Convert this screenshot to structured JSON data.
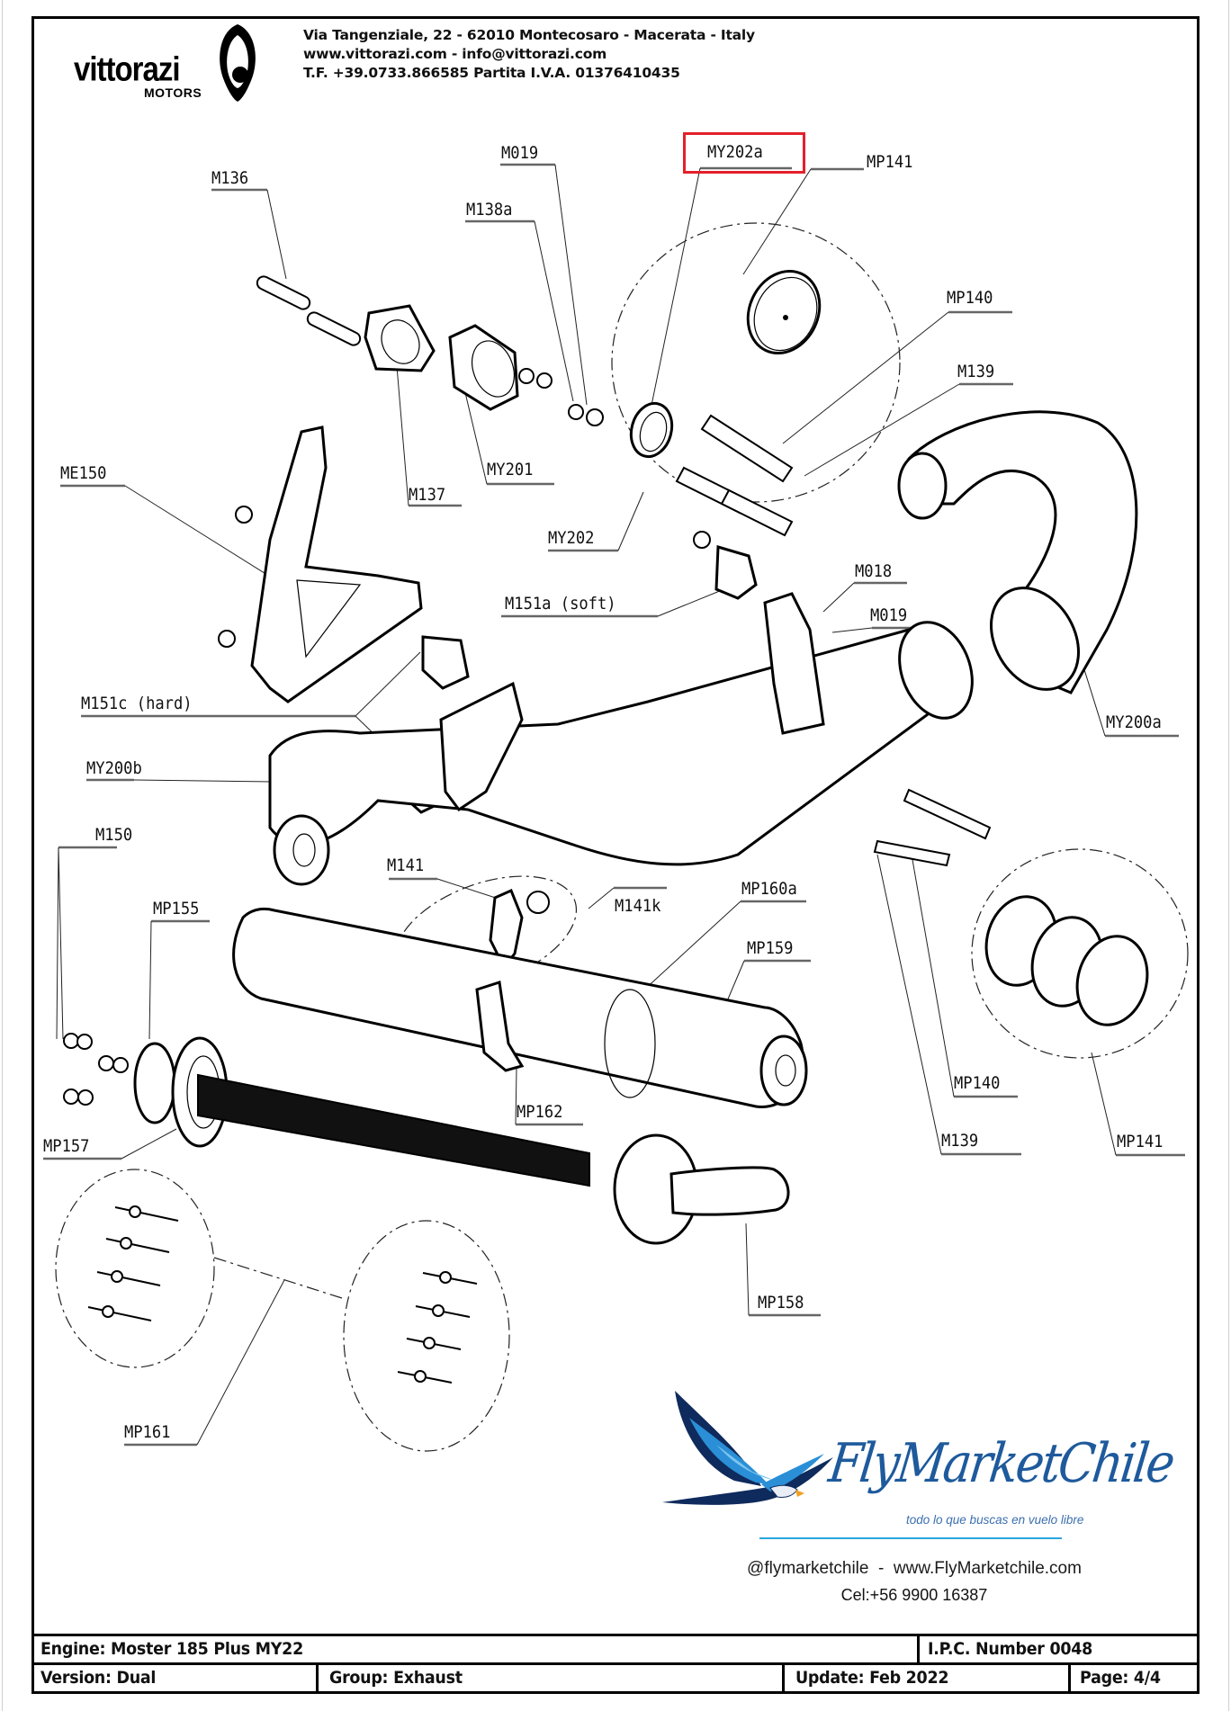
{
  "header": {
    "brand": {
      "name": "vittorazi",
      "subline": "MOTORS",
      "icon": "vittorazi-logo-mark"
    },
    "address_lines": [
      "Via Tangenziale, 22 - 62010 Montecosaro - Macerata - Italy",
      "www.vittorazi.com - info@vittorazi.com",
      "T.F. +39.0733.866585 Partita I.V.A. 01376410435"
    ]
  },
  "diagram": {
    "title": "Exhaust exploded view",
    "highlight_color": "#e3202b",
    "highlighted_label": "MY202a",
    "callouts": [
      {
        "id": "M136",
        "label": "M136"
      },
      {
        "id": "M019_top",
        "label": "M019"
      },
      {
        "id": "M138a",
        "label": "M138a"
      },
      {
        "id": "MY202a",
        "label": "MY202a"
      },
      {
        "id": "MP141_top",
        "label": "MP141"
      },
      {
        "id": "MP140_top",
        "label": "MP140"
      },
      {
        "id": "M139_top",
        "label": "M139"
      },
      {
        "id": "ME150",
        "label": "ME150"
      },
      {
        "id": "M137",
        "label": "M137"
      },
      {
        "id": "MY201",
        "label": "MY201"
      },
      {
        "id": "MY202",
        "label": "MY202"
      },
      {
        "id": "M151a",
        "label": "M151a (soft)"
      },
      {
        "id": "M018",
        "label": "M018"
      },
      {
        "id": "M019_mid",
        "label": "M019"
      },
      {
        "id": "M151c",
        "label": "M151c (hard)"
      },
      {
        "id": "MY200a",
        "label": "MY200a"
      },
      {
        "id": "MY200b",
        "label": "MY200b"
      },
      {
        "id": "M150",
        "label": "M150"
      },
      {
        "id": "M141",
        "label": "M141"
      },
      {
        "id": "M141k",
        "label": "M141k"
      },
      {
        "id": "MP160a",
        "label": "MP160a"
      },
      {
        "id": "MP155",
        "label": "MP155"
      },
      {
        "id": "MP159",
        "label": "MP159"
      },
      {
        "id": "MP162",
        "label": "MP162"
      },
      {
        "id": "MP157",
        "label": "MP157"
      },
      {
        "id": "MP140_bot",
        "label": "MP140"
      },
      {
        "id": "M139_bot",
        "label": "M139"
      },
      {
        "id": "MP141_bot",
        "label": "MP141"
      },
      {
        "id": "MP158",
        "label": "MP158"
      },
      {
        "id": "MP161",
        "label": "MP161"
      }
    ]
  },
  "watermark": {
    "brand_script": "FlyMarketChile",
    "tagline": "todo lo que buscas en vuelo libre",
    "links": "@flymarketchile  -  www.FlyMarketchile.com",
    "phone": "Cel:+56 9900 16387",
    "icon": "eagle-logo",
    "colors": {
      "primary": "#1e5a9c",
      "accent": "#2aa5de",
      "beak": "#f0a020"
    }
  },
  "title_block": {
    "engine": "Engine: Moster 185 Plus MY22",
    "ipc_number": "I.P.C. Number 0048",
    "version": "Version: Dual",
    "group": "Group: Exhaust",
    "update": "Update: Feb 2022",
    "page": "Page: 4/4"
  }
}
